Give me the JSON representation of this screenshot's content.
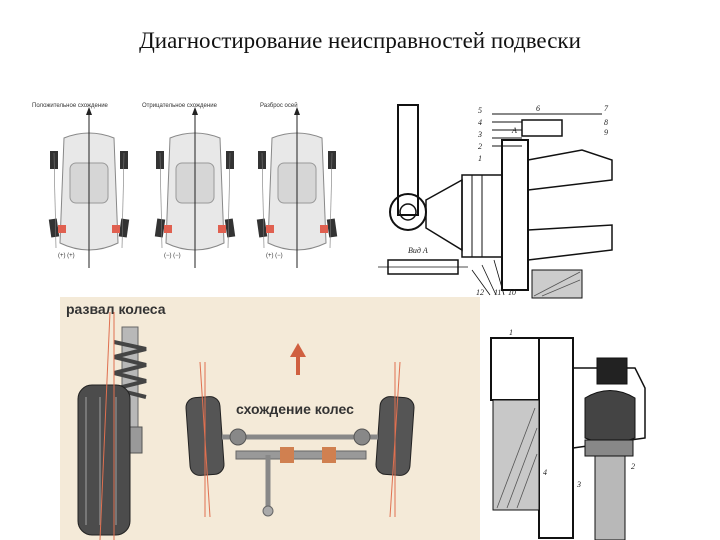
{
  "slide": {
    "title": "Диагностирование неисправностей подвески"
  },
  "toe_diagram": {
    "cars": [
      {
        "caption": "Положительное схождение",
        "marks": "(+)   (+)"
      },
      {
        "caption": "Отрицательное схождение",
        "marks": "(−)   (−)"
      },
      {
        "caption": "Разброс осей",
        "marks": "(+)   (−)"
      }
    ]
  },
  "suspension_top": {
    "labels": [
      "5",
      "4",
      "3",
      "2",
      "1",
      "6",
      "7",
      "8",
      "9",
      "A",
      "Вид А",
      "12",
      "11",
      "10"
    ]
  },
  "camber_toe": {
    "camber_label": "развал колеса",
    "toe_label": "схождение колес"
  },
  "suspension_bottom": {
    "labels": [
      "1",
      "2",
      "3",
      "4"
    ]
  }
}
